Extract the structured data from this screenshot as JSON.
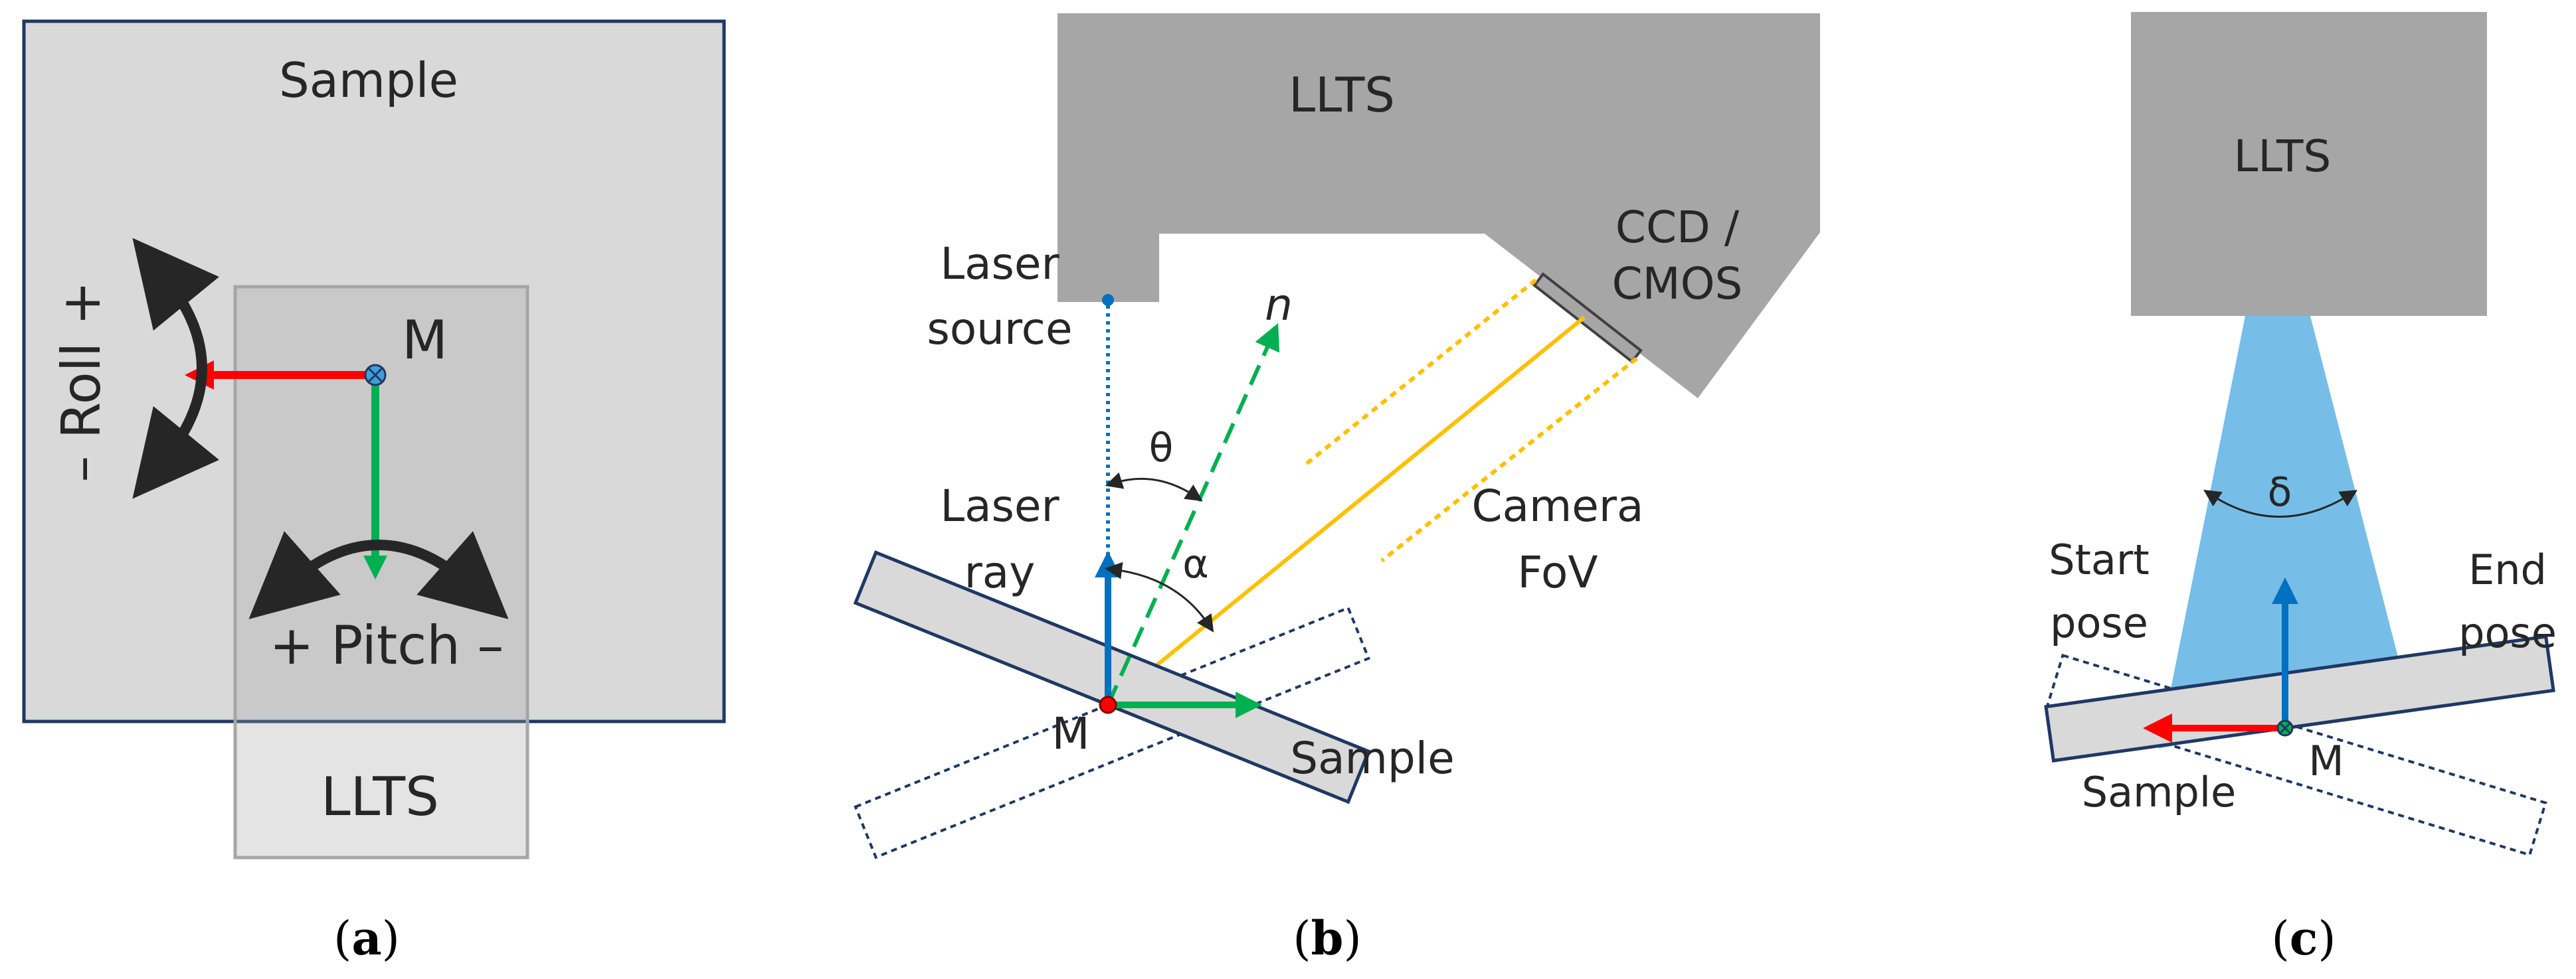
{
  "panels": {
    "a": {
      "caption_letter": "a",
      "sample_label": "Sample",
      "point_label": "M",
      "roll_label": "– Roll +",
      "pitch_label": "+ Pitch –",
      "llts_label": "LLTS"
    },
    "b": {
      "caption_letter": "b",
      "llts_label": "LLTS",
      "sensor_label_line1": "CCD /",
      "sensor_label_line2": "CMOS",
      "laser_source_line1": "Laser",
      "laser_source_line2": "source",
      "normal_label": "n",
      "theta_label": "θ",
      "alpha_label": "α",
      "laser_ray_line1": "Laser",
      "laser_ray_line2": "ray",
      "camera_fov_line1": "Camera",
      "camera_fov_line2": "FoV",
      "point_label": "M",
      "sample_label": "Sample"
    },
    "c": {
      "caption_letter": "c",
      "llts_label": "LLTS",
      "delta_label": "δ",
      "start_pose_line1": "Start",
      "start_pose_line2": "pose",
      "end_pose_line1": "End",
      "end_pose_line2": "pose",
      "point_label": "M",
      "sample_label": "Sample"
    }
  },
  "colors": {
    "sample_fill": "#d9d9d9",
    "llts_fill": "#a6a6a6",
    "frame_stroke": "#1f3864",
    "x_axis_red": "#ff0000",
    "y_axis_green": "#00b050",
    "z_axis_blue": "#0070c0",
    "camera_yellow": "#ffc000",
    "fan_blue": "#5eb3e4",
    "arc_black": "#262626"
  }
}
